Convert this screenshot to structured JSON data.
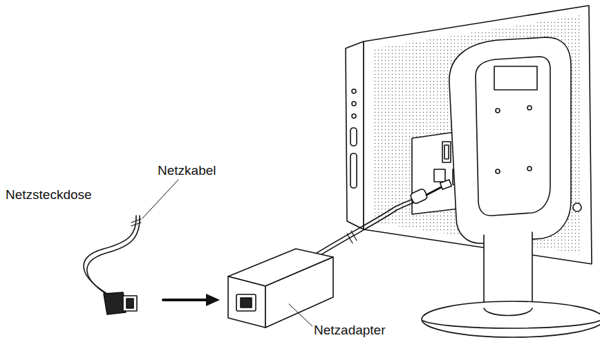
{
  "diagram": {
    "labels": [
      "Netzsteckdose",
      "Netzkabel",
      "Netzadapter"
    ]
  }
}
